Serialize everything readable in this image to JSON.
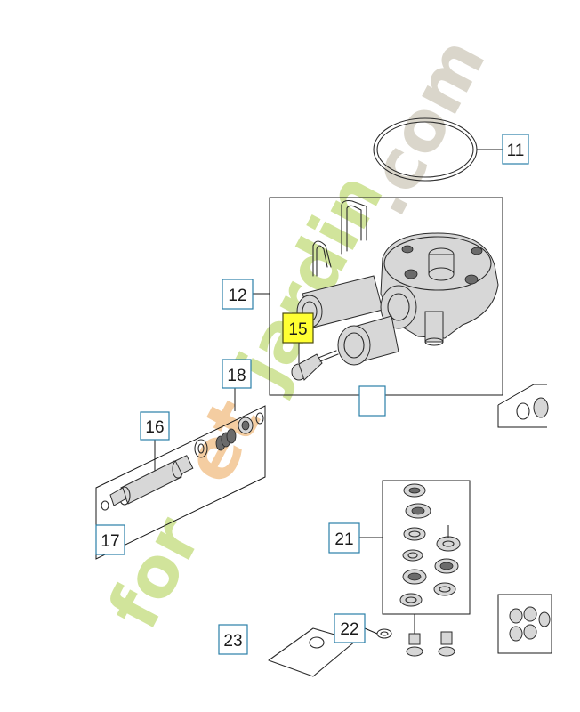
{
  "callouts": {
    "c11": "11",
    "c12": "12",
    "c15": "15",
    "c16": "16",
    "c17": "17",
    "c18": "18",
    "c21": "21",
    "c22": "22",
    "c23": "23"
  },
  "watermark": {
    "part1": "for",
    "part2": "et",
    "part3": "jardin",
    "part4": ".com",
    "green": "#c9e08a",
    "orange": "#f2c490",
    "grey": "#d4cfc2"
  },
  "highlight_color": "#ffff33",
  "callout_border_color": "#2a7fa8"
}
